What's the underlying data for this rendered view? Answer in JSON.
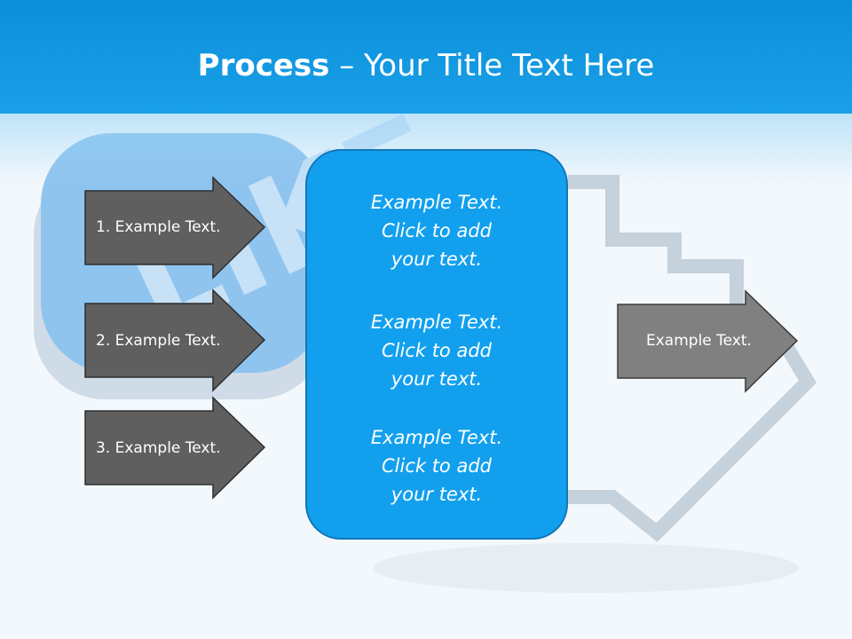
{
  "slide": {
    "title_bold": "Process",
    "title_sep": " – ",
    "title_rest": "Your Title Text Here"
  },
  "background": {
    "watermark_text": "LIKE"
  },
  "inputs": [
    {
      "label": "1. Example Text."
    },
    {
      "label": "2. Example Text."
    },
    {
      "label": "3. Example Text."
    }
  ],
  "center": {
    "blocks": [
      {
        "lines": [
          "Example Text.",
          "Click  to add",
          "your text."
        ]
      },
      {
        "lines": [
          "Example Text.",
          "Click  to add",
          "your text."
        ]
      },
      {
        "lines": [
          "Example Text.",
          "Click  to add",
          "your text."
        ]
      }
    ]
  },
  "output": {
    "label": "Example Text."
  },
  "colors": {
    "title_bar": "#0a8fd8",
    "center_fill": "#12a0ee",
    "input_arrow": "#5f5f5f",
    "output_arrow": "#808080"
  }
}
